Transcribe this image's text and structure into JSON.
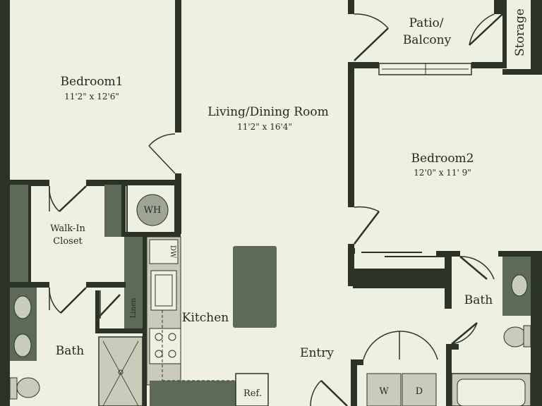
{
  "rooms": {
    "bedroom1": {
      "name": "Bedroom1",
      "dims": "11'2\"   x 12'6\""
    },
    "living": {
      "name": "Living/Dining Room",
      "dims": "11'2\"   x 16'4\""
    },
    "bedroom2": {
      "name": "Bedroom2",
      "dims": "12'0\"  x 11'  9\""
    },
    "patio_line1": "Patio/",
    "patio_line2": "Balcony",
    "storage": "Storage",
    "walkin_line1": "Walk-In",
    "walkin_line2": "Closet",
    "bath_left": "Bath",
    "bath_right": "Bath",
    "kitchen": "Kitchen",
    "entry": "Entry"
  },
  "fixtures": {
    "water_heater": "WH",
    "dishwasher": "DW",
    "linen": "Linen",
    "refrigerator": "Ref.",
    "washer": "W",
    "dryer": "D"
  },
  "colors": {
    "background": "#eff1e0",
    "wall": "#2b3327",
    "fixture_fill": "#5d6a55",
    "fixture_light": "#9ea595",
    "cabinet": "#c9ccb9"
  }
}
